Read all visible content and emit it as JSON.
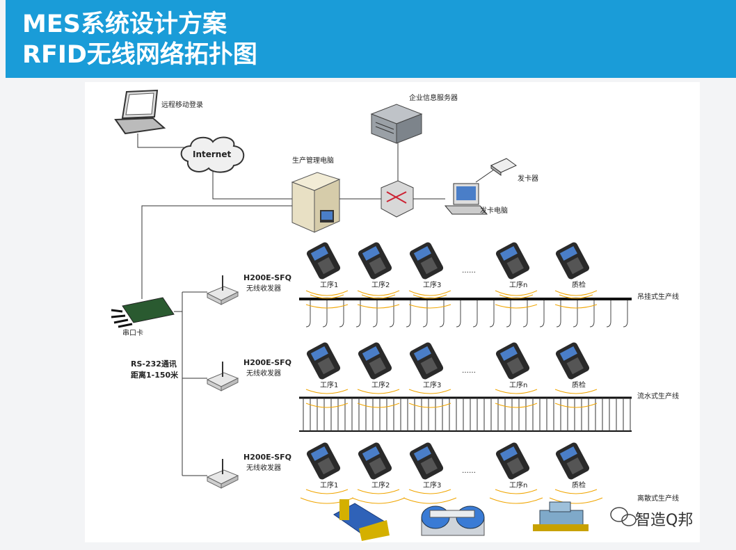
{
  "header": {
    "title_line1": "MES系统设计方案",
    "title_line2": "RFID无线网络拓扑图",
    "bg_color": "#1a9cd8"
  },
  "diagram": {
    "remote_login": "远程移动登录",
    "internet": "Internet",
    "enterprise_server": "企业信息服务器",
    "production_pc": "生产管理电脑",
    "card_issuer": "发卡器",
    "card_pc": "发卡电脑",
    "serial_card": "串口卡",
    "rs232_line1": "RS-232通讯",
    "rs232_line2": "距离1-150米",
    "transceiver_model": "H200E-SFQ",
    "transceiver_label": "无线收发器",
    "ellipsis": "……",
    "stations": [
      "工序1",
      "工序2",
      "工序3",
      "工序n",
      "质检"
    ],
    "lines": [
      "吊挂式生产线",
      "流水式生产线",
      "离散式生产线"
    ]
  },
  "watermark": {
    "text": "智造Q邦",
    "icon": "wechat-icon"
  }
}
